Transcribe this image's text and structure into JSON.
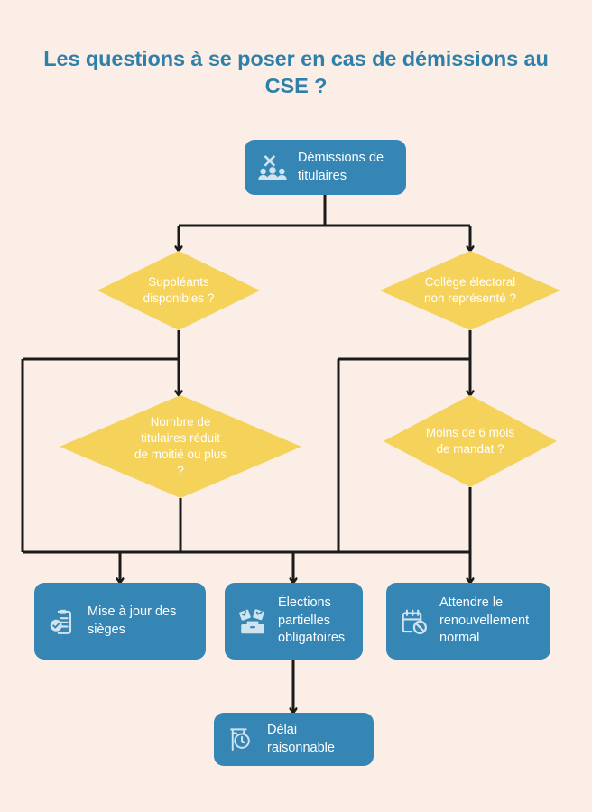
{
  "page": {
    "title": "Les questions à se poser en cas de démissions\nau CSE ?",
    "background_color": "#faeee6",
    "accent_blue": "#3586b4",
    "accent_yellow": "#f5d259",
    "title_color": "#2f7fab",
    "connector_color": "#1a1a1a"
  },
  "chart_data": {
    "type": "diagram",
    "title": "Les questions à se poser en cas de démissions au CSE ?",
    "nodes": [
      {
        "id": "start",
        "shape": "process",
        "label": "Démissions de\ntitulaires",
        "icon": "people-x-icon",
        "color": "#3586b4"
      },
      {
        "id": "suppleants",
        "shape": "decision",
        "label": "Suppléants\ndisponibles ?",
        "icon": null,
        "color": "#f5d259"
      },
      {
        "id": "college",
        "shape": "decision",
        "label": "Collège électoral\nnon représenté ?",
        "icon": null,
        "color": "#f5d259"
      },
      {
        "id": "nombre",
        "shape": "decision",
        "label": "Nombre de\ntitulaires réduit\nde moitié ou plus\n?",
        "icon": null,
        "color": "#f5d259"
      },
      {
        "id": "moins6",
        "shape": "decision",
        "label": "Moins de 6 mois\nde mandat ?",
        "icon": null,
        "color": "#f5d259"
      },
      {
        "id": "mise-a-jour",
        "shape": "process",
        "label": "Mise à jour des\nsièges",
        "icon": "clipboard-check-icon",
        "color": "#3586b4"
      },
      {
        "id": "elections",
        "shape": "process",
        "label": "Élections\npartielles\nobligatoires",
        "icon": "ballot-box-icon",
        "color": "#3586b4"
      },
      {
        "id": "attendre",
        "shape": "process",
        "label": "Attendre le\nrenouvellement\nnormal",
        "icon": "calendar-block-icon",
        "color": "#3586b4"
      },
      {
        "id": "delai",
        "shape": "process",
        "label": "Délai raisonnable",
        "icon": "street-clock-icon",
        "color": "#3586b4"
      }
    ],
    "edges": [
      {
        "from": "start",
        "to": "suppleants",
        "label": ""
      },
      {
        "from": "start",
        "to": "college",
        "label": ""
      },
      {
        "from": "suppleants",
        "to": "nombre",
        "label": ""
      },
      {
        "from": "suppleants",
        "to": "mise-a-jour",
        "label": ""
      },
      {
        "from": "college",
        "to": "moins6",
        "label": ""
      },
      {
        "from": "college",
        "to": "attendre",
        "label": ""
      },
      {
        "from": "nombre",
        "to": "elections",
        "label": ""
      },
      {
        "from": "moins6",
        "to": "attendre",
        "label": ""
      },
      {
        "from": "elections",
        "to": "delai",
        "label": ""
      }
    ]
  },
  "nodes": {
    "start": {
      "label": "Démissions de\ntitulaires"
    },
    "suppleants": {
      "label": "Suppléants\ndisponibles ?"
    },
    "college": {
      "label": "Collège électoral\nnon représenté ?"
    },
    "nombre": {
      "label": "Nombre de\ntitulaires réduit\nde moitié ou plus\n?"
    },
    "moins6": {
      "label": "Moins de 6 mois\nde mandat ?"
    },
    "mise_a_jour": {
      "label": "Mise à jour des\nsièges"
    },
    "elections": {
      "label": "Élections\npartielles\nobligatoires"
    },
    "attendre": {
      "label": "Attendre le\nrenouvellement\nnormal"
    },
    "delai": {
      "label": "Délai raisonnable"
    }
  }
}
